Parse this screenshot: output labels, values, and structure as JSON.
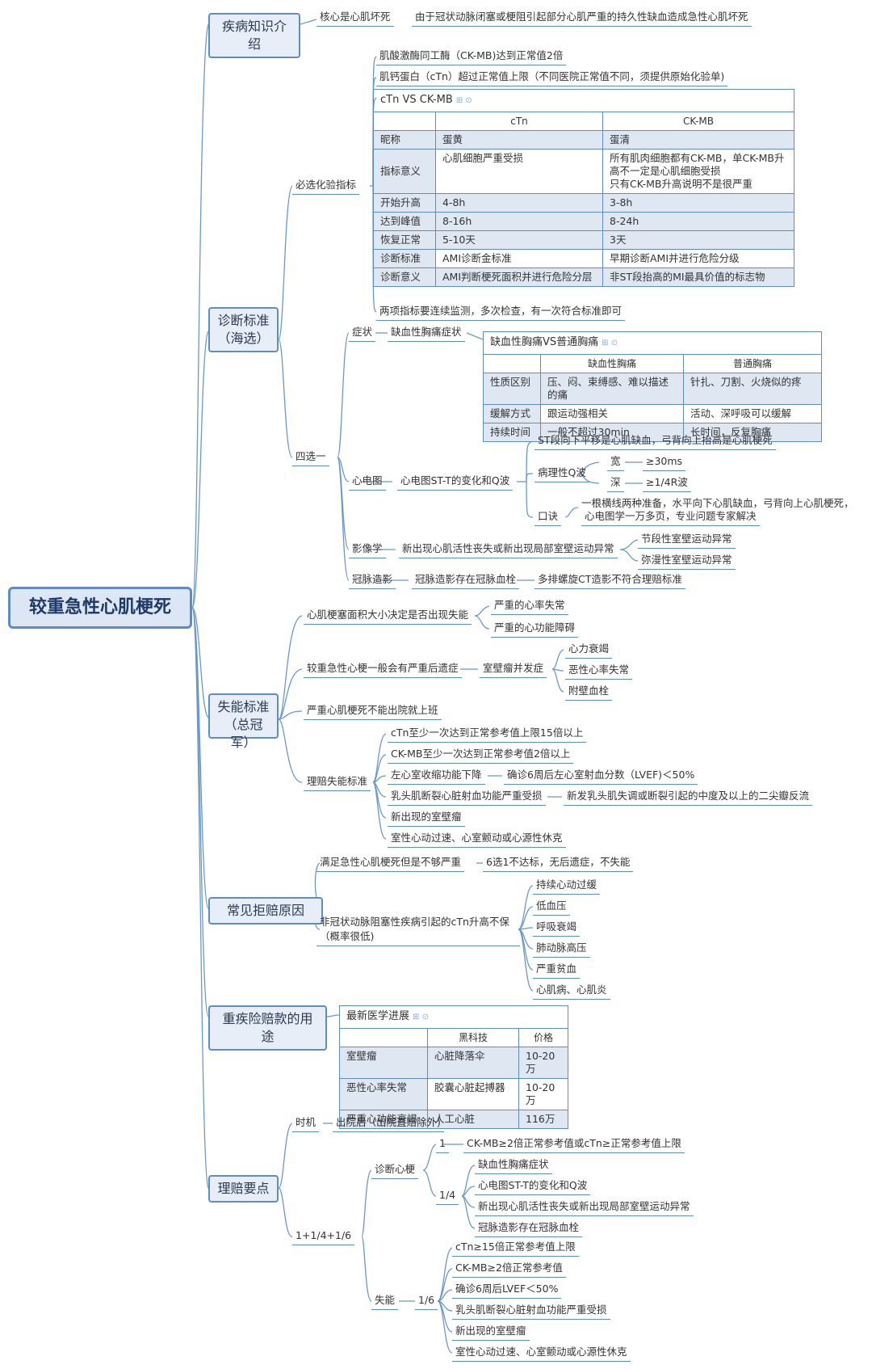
{
  "root": "较重急性心肌梗死",
  "b1": {
    "title": "疾病知识介绍",
    "core": "核心是心肌坏死",
    "desc": "由于冠状动脉闭塞或梗阻引起部分心肌严重的持久性缺血造成急性心肌坏死"
  },
  "b2": {
    "title_l1": "诊断标准",
    "title_l2": "（海选）",
    "lab": "必选化验指标",
    "ck": "肌酸激酶同工酶（CK-MB)达到正常值2倍",
    "ctn": "肌钙蛋白（cTn）超过正常值上限（不同医院正常值不同，须提供原始化验单)",
    "tbl": {
      "caption": "cTn VS CK-MB",
      "h1": "cTn",
      "h2": "CK-MB",
      "rows": [
        [
          "昵称",
          "蛋黄",
          "蛋清"
        ],
        [
          "指标意义",
          "心肌细胞严重受损",
          "所有肌肉细胞都有CK-MB，单CK-MB升高不一定是心肌细胞受损\n只有CK-MB升高说明不是很严重"
        ],
        [
          "开始升高",
          "4-8h",
          "3-8h"
        ],
        [
          "达到峰值",
          "8-16h",
          "8-24h"
        ],
        [
          "恢复正常",
          "5-10天",
          "3天"
        ],
        [
          "诊断标准",
          "AMI诊断金标准",
          "早期诊断AMI并进行危险分级"
        ],
        [
          "诊断意义",
          "AMI判断梗死面积并进行危险分层",
          "非ST段抬高的MI最具价值的标志物"
        ]
      ]
    },
    "note": "两项指标要连续监测，多次检查，有一次符合标准即可",
    "four": "四选一",
    "sym": "症状",
    "sym2": "缺血性胸痛症状",
    "tbl2": {
      "caption": "缺血性胸痛VS普通胸痛",
      "h1": "缺血性胸痛",
      "h2": "普通胸痛",
      "rows": [
        [
          "性质区别",
          "压、闷、束缚感、难以描述的痛",
          "针扎、刀割、火烧似的疼"
        ],
        [
          "缓解方式",
          "跟运动强相关",
          "活动、深呼吸可以缓解"
        ],
        [
          "持续时间",
          "一般不超过30min",
          "长时间，反复胸痛"
        ]
      ]
    },
    "ecg": "心电图",
    "ecg2": "心电图ST-T的变化和Q波",
    "st": "ST段向下平移是心肌缺血，弓背向上抬高是心肌梗死",
    "q": "病理性Q波",
    "w": "宽",
    "wv": "≥30ms",
    "d": "深",
    "dv": "≥1/4R波",
    "kj": "口诀",
    "kj1": "一根横线两种准备，水平向下心肌缺血，弓背向上心肌梗死，",
    "kj2": "心电图学一万多页，专业问题专家解决",
    "img": "影像学",
    "img2": "新出现心肌活性丧失或新出现局部室壁运动异常",
    "img3": "节段性室壁运动异常",
    "img4": "弥漫性室壁运动异常",
    "cor": "冠脉造影",
    "cor2": "冠脉造影存在冠脉血栓",
    "cor3": "多排螺旋CT造影不符合理赔标准"
  },
  "b3": {
    "title_l1": "失能标准",
    "title_l2": "（总冠军）",
    "a": "心肌梗塞面积大小决定是否出现失能",
    "a1": "严重的心率失常",
    "a2": "严重的心功能障碍",
    "b": "较重急性心梗一般会有严重后遗症",
    "b1": "室壁瘤并发症",
    "b2": "心力衰竭",
    "b3": "恶性心率失常",
    "b4": "附壁血栓",
    "c": "严重心肌梗死不能出院就上班",
    "d": "理赔失能标准",
    "d1": "cTn至少一次达到正常参考值上限15倍以上",
    "d2": "CK-MB至少一次达到正常参考值2倍以上",
    "d3": "左心室收缩功能下降",
    "d3b": "确诊6周后左心室射血分数（LVEF)＜50%",
    "d4": "乳头肌断裂心脏射血功能严重受损",
    "d4b": "新发乳头肌失调或断裂引起的中度及以上的二尖瓣反流",
    "d5": "新出现的室壁瘤",
    "d6": "室性心动过速、心室颤动或心源性休克"
  },
  "b4": {
    "title": "常见拒赔原因",
    "a": "满足急性心肌梗死但是不够严重",
    "a1": "6选1不达标，无后遗症，不失能",
    "b": "非冠状动脉阻塞性疾病引起的cTn升高不保（概率很低)",
    "items": [
      "持续心动过缓",
      "低血压",
      "呼吸衰竭",
      "肺动脉高压",
      "严重贫血",
      "心肌病、心肌炎"
    ]
  },
  "b5": {
    "title": "重疾险赔款的用途",
    "caption": "最新医学进展",
    "h1": "黑科技",
    "h2": "价格",
    "rows": [
      [
        "室壁瘤",
        "心脏降落伞",
        "10-20万"
      ],
      [
        "恶性心率失常",
        "胶囊心脏起搏器",
        "10-20万"
      ],
      [
        "严重心功能衰竭",
        "人工心脏",
        "116万"
      ]
    ]
  },
  "b6": {
    "title": "理赔要点",
    "time": "时机",
    "time1": "出院后（出院直赔除外)",
    "f": "1+1/4+1/6",
    "diag": "诊断心梗",
    "one": "1",
    "one1": "CK-MB≥2倍正常参考值或cTn≥正常参考值上限",
    "q4": "1/4",
    "q4items": [
      "缺血性胸痛症状",
      "心电图ST-T的变化和Q波",
      "新出现心肌活性丧失或新出现局部室壁运动异常",
      "冠脉造影存在冠脉血栓"
    ],
    "dis": "失能",
    "s6": "1/6",
    "s6items": [
      "cTn≥15倍正常参考值上限",
      "CK-MB≥2倍正常参考值",
      "确诊6周后LVEF＜50%",
      "乳头肌断裂心脏射血功能严重受损",
      "新出现的室壁瘤",
      "室性心动过速、心室颤动或心源性休克"
    ]
  },
  "colors": {
    "line": "#5a8cc6",
    "branch_fill": "#e8eef8",
    "table_header": "#dfe7f3"
  }
}
